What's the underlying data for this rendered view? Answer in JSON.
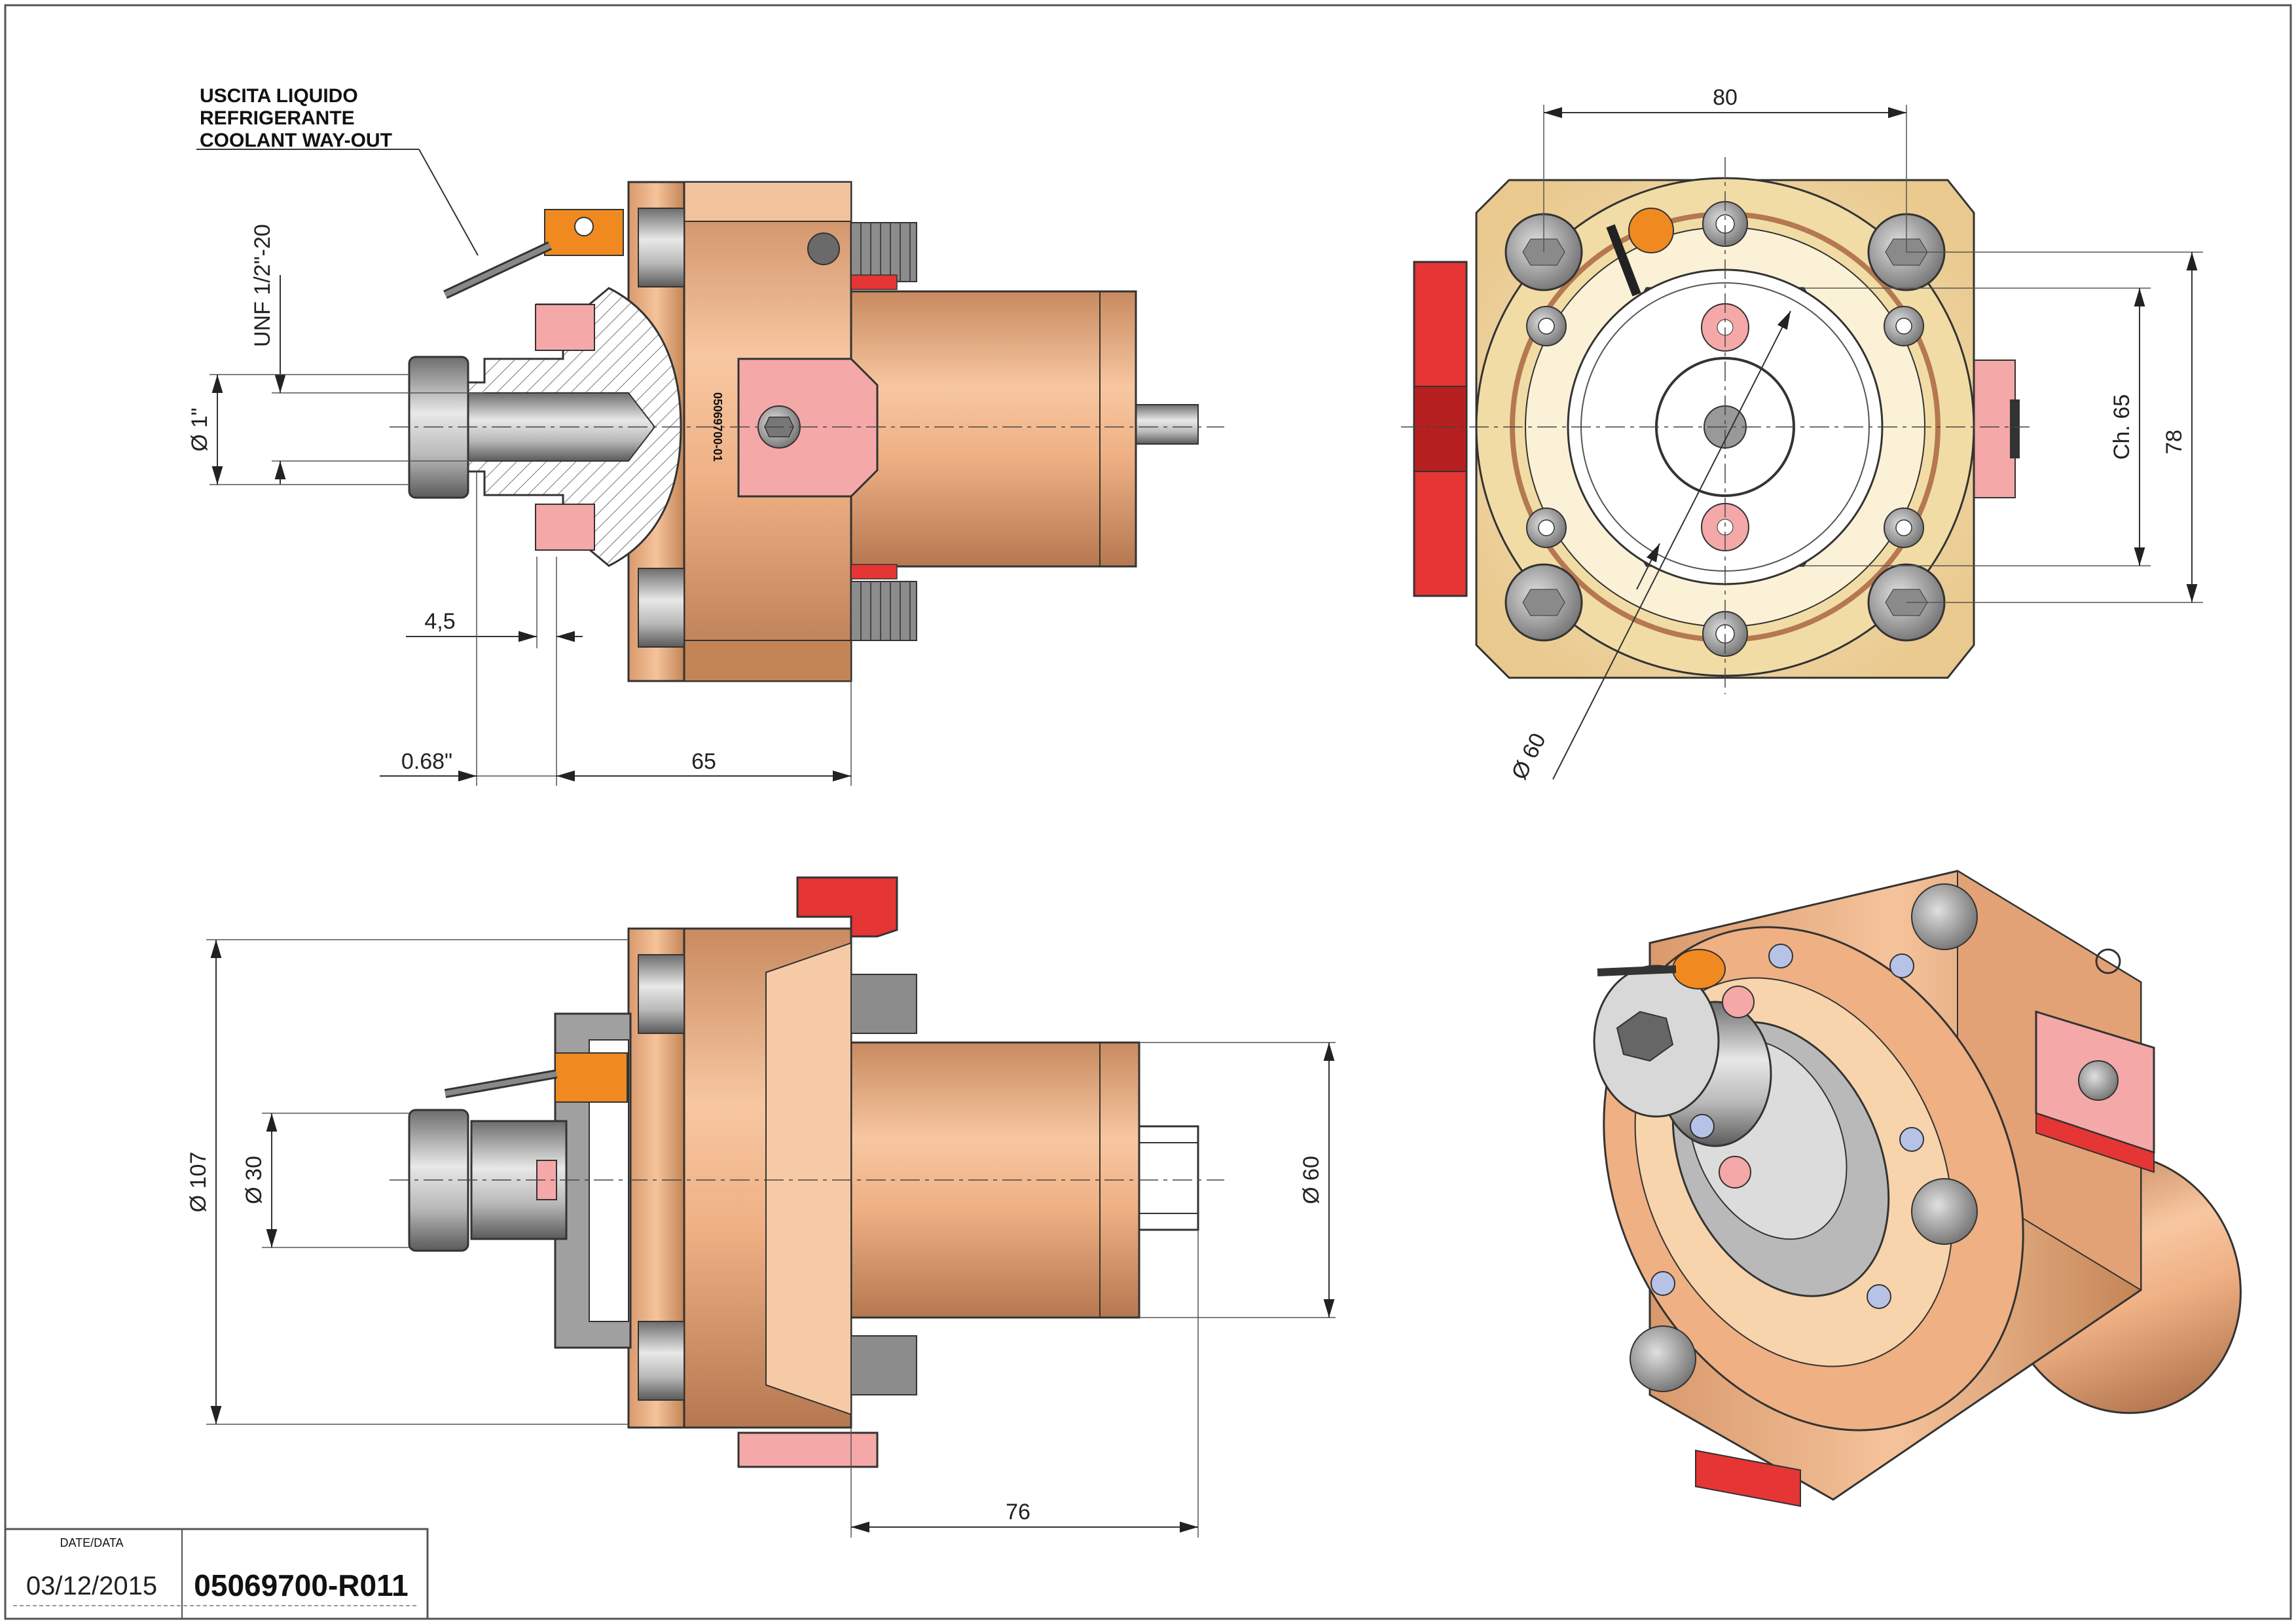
{
  "notes": {
    "coolant_line1": "USCITA LIQUIDO",
    "coolant_line2": "REFRIGERANTE",
    "coolant_line3": "COOLANT WAY-OUT"
  },
  "dimensions": {
    "thread": "UNF 1/2\"-20",
    "dia_1in": "Ø 1\"",
    "d_4_5": "4,5",
    "d_0_68": "0.68\"",
    "d_65": "65",
    "d_80": "80",
    "ch_65": "Ch. 65",
    "d_78": "78",
    "dia_60_front": "Ø 60",
    "dia_107": "Ø 107",
    "dia_30": "Ø 30",
    "dia_60_side": "Ø 60",
    "d_76": "76"
  },
  "part_mark": "05069700-01",
  "title_block": {
    "date_label": "DATE/DATA",
    "date": "03/12/2015",
    "code": "05069700-R011"
  },
  "colors": {
    "body": "#efb084",
    "body_dark": "#c98a5f",
    "face": "#f5e3b4",
    "red": "#e53535",
    "pink": "#f5a8a8",
    "orange": "#f08a20",
    "steel": "#b9b9b9",
    "steel_dark": "#6d6d6d"
  }
}
